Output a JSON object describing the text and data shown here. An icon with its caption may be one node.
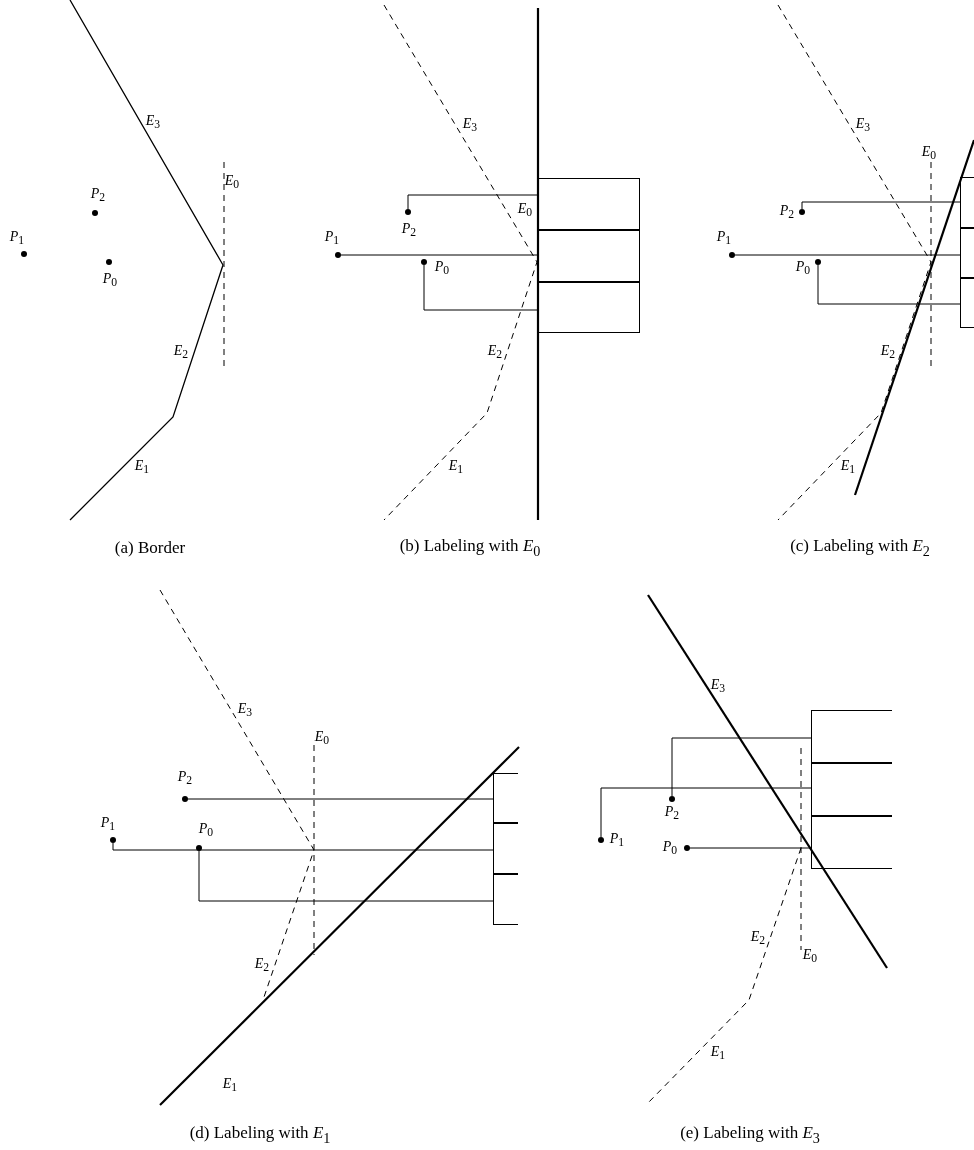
{
  "diagram": {
    "nodes": [
      {
        "text": [
          "*P*$_{1}$"
        ]
      },
      {
        "text": [
          "*P*$_{2}$"
        ]
      },
      {
        "text": [
          "*P*$_{0}$"
        ]
      },
      {
        "text": [
          "*P*$_{1}$"
        ]
      },
      {
        "text": [
          "*P*$_{2}$"
        ]
      },
      {
        "text": [
          "*P*$_{0}$"
        ]
      },
      {
        "text": [],
        "shape": "box"
      },
      {
        "text": [],
        "shape": "box"
      },
      {
        "text": [],
        "shape": "box"
      },
      {
        "text": [
          "*P*$_{1}$"
        ]
      },
      {
        "text": [
          "*P*$_{2}$"
        ]
      },
      {
        "text": [
          "*P*$_{0}$"
        ]
      },
      {
        "text": [],
        "shape": "box"
      },
      {
        "text": [],
        "shape": "box"
      },
      {
        "text": [],
        "shape": "box"
      },
      {
        "text": [
          "*P*$_{1}$"
        ]
      },
      {
        "text": [
          "*P*$_{2}$"
        ]
      },
      {
        "text": [
          "*P*$_{0}$"
        ]
      },
      {
        "text": [],
        "shape": "box"
      },
      {
        "text": [],
        "shape": "box"
      },
      {
        "text": [],
        "shape": "box"
      },
      {
        "text": [
          "*P*$_{1}$"
        ]
      },
      {
        "text": [
          "*P*$_{2}$"
        ]
      },
      {
        "text": [
          "*P*$_{0}$"
        ]
      },
      {
        "text": [],
        "shape": "box"
      },
      {
        "text": [],
        "shape": "box"
      },
      {
        "text": [],
        "shape": "box"
      }
    ],
    "edges": [
      {
        "from": 4,
        "to": 6,
        "arrow": "none"
      },
      {
        "from": 3,
        "to": 7,
        "arrow": "none"
      },
      {
        "from": 5,
        "to": 8,
        "arrow": "none"
      },
      {
        "from": 10,
        "to": 12,
        "arrow": "none"
      },
      {
        "from": 9,
        "to": 13,
        "arrow": "none"
      },
      {
        "from": 11,
        "to": 14,
        "arrow": "none"
      },
      {
        "from": 16,
        "to": 18,
        "arrow": "none"
      },
      {
        "from": 15,
        "to": 19,
        "arrow": "none"
      },
      {
        "from": 17,
        "to": 20,
        "arrow": "none"
      },
      {
        "from": 22,
        "to": 24,
        "arrow": "none"
      },
      {
        "from": 21,
        "to": 25,
        "arrow": "none"
      },
      {
        "from": 23,
        "to": 26,
        "arrow": "none"
      }
    ],
    "labels": [
      "*E*$_{3}$",
      "*E*$_{0}$",
      "*E*$_{2}$",
      "*E*$_{1}$",
      "(a) Border",
      "*E*$_{3}$",
      "*E*$_{0}$",
      "*E*$_{2}$",
      "*E*$_{1}$",
      "(b) Labeling with *E*$_{0}$",
      "*E*$_{3}$",
      "*E*$_{0}$",
      "*E*$_{2}$",
      "*E*$_{1}$",
      "(c) Labeling with *E*$_{2}$",
      "*E*$_{3}$",
      "*E*$_{0}$",
      "*E*$_{2}$",
      "*E*$_{1}$",
      "(d) Labeling with *E*$_{1}$",
      "*E*$_{3}$",
      "*E*$_{2}$",
      "*E*$_{0}$",
      "*E*$_{1}$",
      "(e) Labeling with *E*$_{3}$"
    ]
  }
}
